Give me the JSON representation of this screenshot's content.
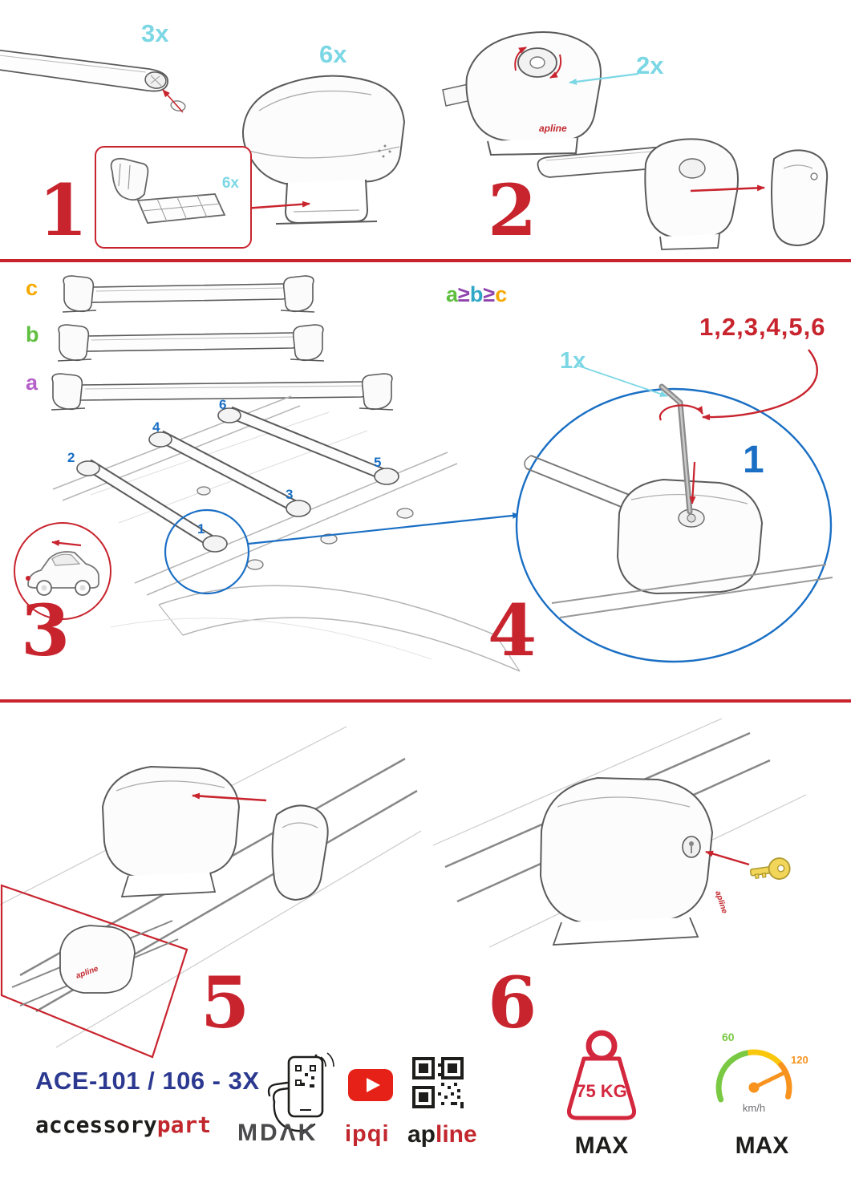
{
  "colors": {
    "accent_red": "#C8242E",
    "cyan": "#7CD7E4",
    "blue": "#1A6FC4",
    "label_c_orange": "#F5A800",
    "label_b_green": "#5FBF3F",
    "label_a_purple": "#B55FC9",
    "rule_teal": "#2FA7C7",
    "rule_purple": "#8E44AD",
    "navy": "#2B3990",
    "brand_red": "#C1272D",
    "gauge_green": "#7AC943",
    "gauge_orange": "#F7931E"
  },
  "step1": {
    "number": "1",
    "bar_qty": "3x",
    "foot_qty": "6x",
    "pad_qty": "6x"
  },
  "step2": {
    "number": "2",
    "knob_qty": "2x",
    "brand_mark": "apline"
  },
  "step3": {
    "number": "3",
    "bar_label_c": "c",
    "bar_label_b": "b",
    "bar_label_a": "a",
    "pos_1": "1",
    "pos_2": "2",
    "pos_3": "3",
    "pos_4": "4",
    "pos_5": "5",
    "pos_6": "6"
  },
  "step4": {
    "number": "4",
    "rule_a": "a",
    "rule_ge1": "≥",
    "rule_b": "b",
    "rule_ge2": "≥",
    "rule_c": "c",
    "tighten_sequence": "1,2,3,4,5,6",
    "tool_qty": "1x",
    "torque_step": "1"
  },
  "step5": {
    "number": "5",
    "brand_mark": "apline"
  },
  "step6": {
    "number": "6",
    "brand_mark": "apline"
  },
  "footer": {
    "product_code": "ACE-101 / 106 - 3X",
    "brand_accessory": "accessory",
    "brand_part": "part",
    "mdak": "MDΛK",
    "ipqi": "ipqi",
    "apline_ap": "ap",
    "apline_line": "line",
    "weight_value": "75 KG",
    "weight_max": "MAX",
    "speed_low": "60",
    "speed_high": "120",
    "speed_unit": "km/h",
    "speed_max": "MAX"
  }
}
